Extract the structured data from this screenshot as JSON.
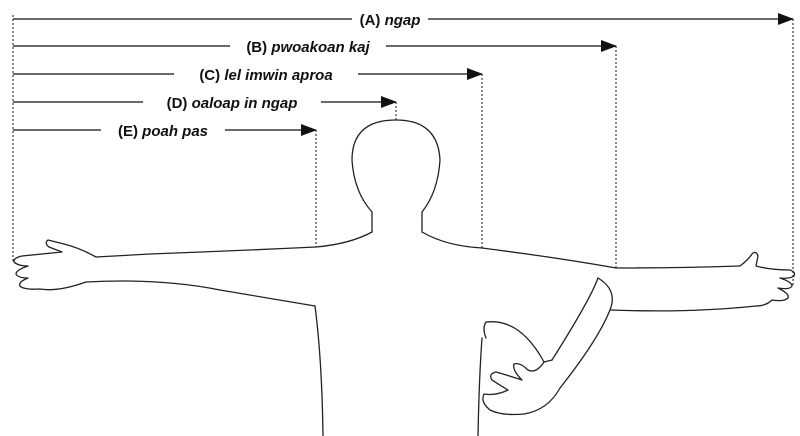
{
  "measurements": [
    {
      "letter": "(A)",
      "term": "ngap"
    },
    {
      "letter": "(B)",
      "term": "pwoakoan kaj"
    },
    {
      "letter": "(C)",
      "term": "lel imwin aproa"
    },
    {
      "letter": "(D)",
      "term": "oaloap in ngap"
    },
    {
      "letter": "(E)",
      "term": "poah pas"
    }
  ],
  "colors": {
    "ink": "#111111",
    "background": "#ffffff"
  }
}
